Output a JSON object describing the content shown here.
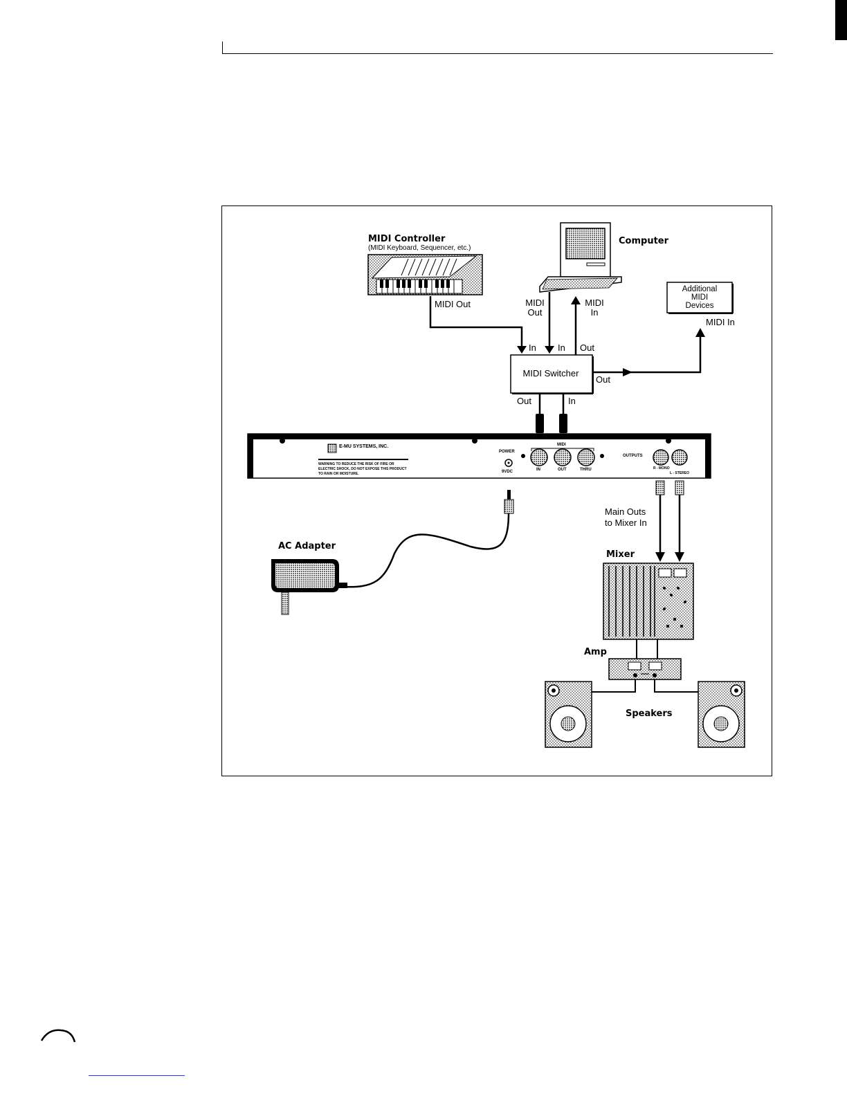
{
  "figure": {
    "midi_controller": {
      "title": "MIDI Controller",
      "subtitle": "(MIDI Keyboard, Sequencer, etc.)",
      "port_out": "MIDI Out"
    },
    "computer": {
      "title": "Computer",
      "port_out": "MIDI\nOut",
      "port_in": "MIDI\nIn"
    },
    "additional_devices": {
      "title": "Additional\nMIDI\nDevices",
      "port_in": "MIDI In"
    },
    "midi_switcher": {
      "title": "MIDI Switcher",
      "in1": "In",
      "in2": "In",
      "out_top": "Out",
      "out_right": "Out",
      "out_bottom": "Out",
      "in_bottom": "In"
    },
    "rear_panel": {
      "brand": "E-MU SYSTEMS, INC.",
      "warning": "WARNING TO REDUCE THE RISK OF FIRE OR ELECTRIC SHOCK, DO NOT EXPOSE THIS PRODUCT TO RAIN OR MOISTURE.",
      "power": "POWER",
      "power_spec": "9VDC",
      "midi": "MIDI",
      "in": "IN",
      "out": "OUT",
      "thru": "THRU",
      "outputs": "OUTPUTS",
      "r_mono": "R - MONO",
      "l_stereo": "L - STEREO"
    },
    "main_outs": "Main Outs\nto Mixer In",
    "ac_adapter": "AC Adapter",
    "mixer": "Mixer",
    "amp": "Amp",
    "speakers": "Speakers"
  }
}
